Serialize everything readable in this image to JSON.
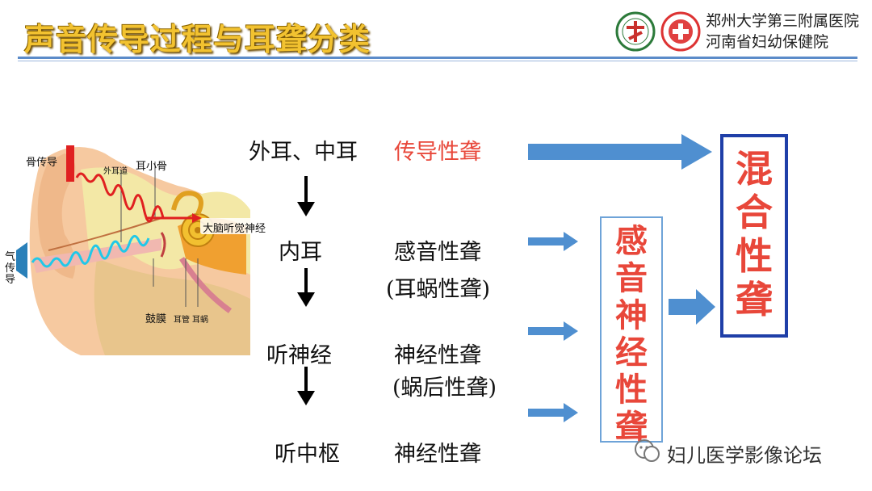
{
  "title": "声音传导过程与耳聋分类",
  "header": {
    "hospital_line1": "郑州大学第三附属医院",
    "hospital_line2": "河南省妇幼保健院"
  },
  "ear": {
    "bone_conduction": "骨传导",
    "ear_canal": "外耳道",
    "ossicles": "耳小骨",
    "auditory_nerve": "大脑听觉神经",
    "air_conduction": "气传导",
    "eardrum": "鼓膜",
    "eustachian": "耳管",
    "cochlea": "耳蜗"
  },
  "flow": {
    "rows": [
      {
        "site": "外耳、中耳",
        "type": "传导性聋",
        "sub": ""
      },
      {
        "site": "内耳",
        "type": "感音性聋",
        "sub": "(耳蜗性聋)"
      },
      {
        "site": "听神经",
        "type": "神经性聋",
        "sub": "(蜗后性聋)"
      },
      {
        "site": "听中枢",
        "type": "神经性聋",
        "sub": ""
      }
    ],
    "sensorineural": "感音神经性聋",
    "mixed": "混合性聋"
  },
  "watermark": "妇儿医学影像论坛",
  "colors": {
    "title": "#f2c230",
    "accent": "#e8473a",
    "arrow": "#4f8fd0",
    "mixed_border": "#1f3fa8"
  }
}
